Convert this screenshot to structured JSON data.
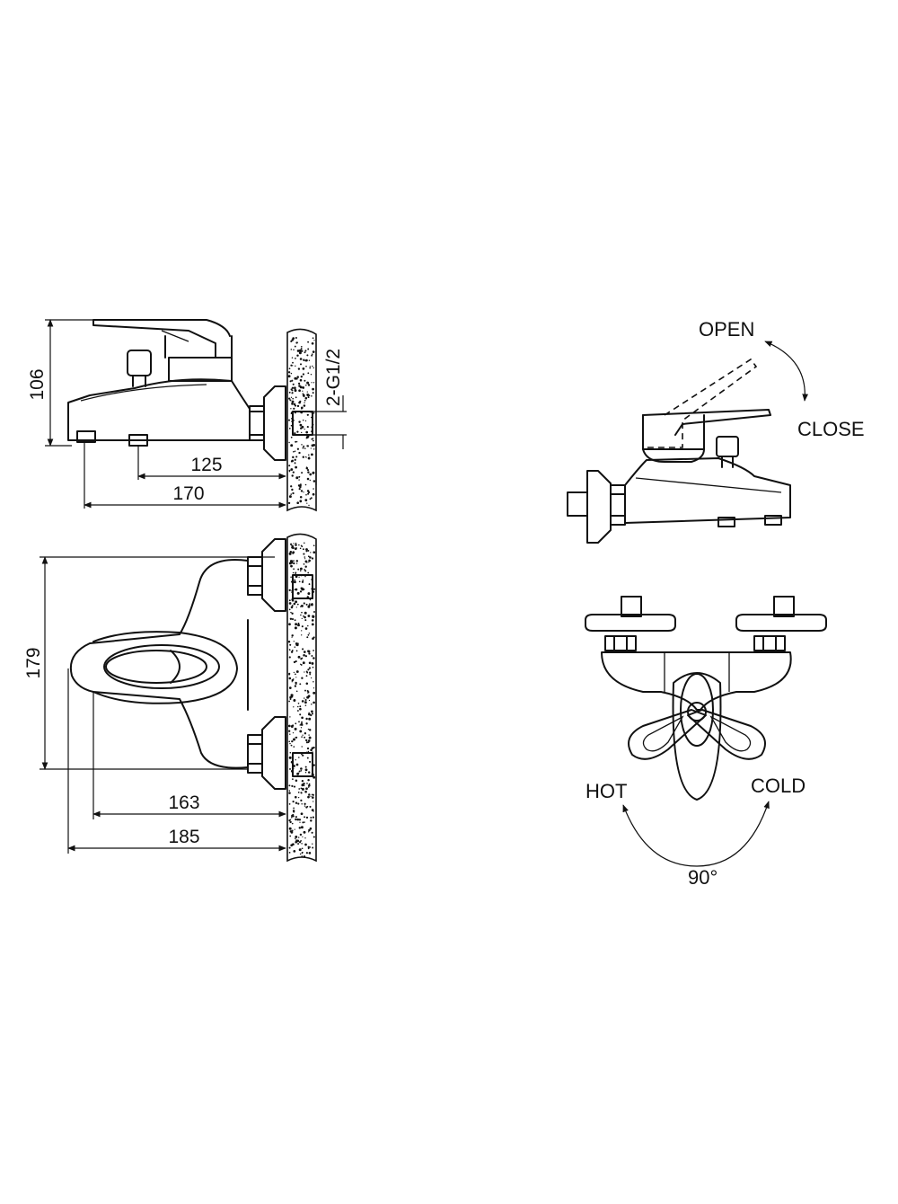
{
  "dimensions": {
    "side_height": "106",
    "side_spout_depth": "125",
    "side_total_depth": "170",
    "thread_spec": "2-G1/2",
    "top_width": "179",
    "top_spout_depth": "163",
    "top_total_depth": "185"
  },
  "labels": {
    "open": "OPEN",
    "close": "CLOSE",
    "hot": "HOT",
    "cold": "COLD",
    "rotation": "90°"
  },
  "colors": {
    "line": "#111111",
    "background": "#ffffff"
  }
}
